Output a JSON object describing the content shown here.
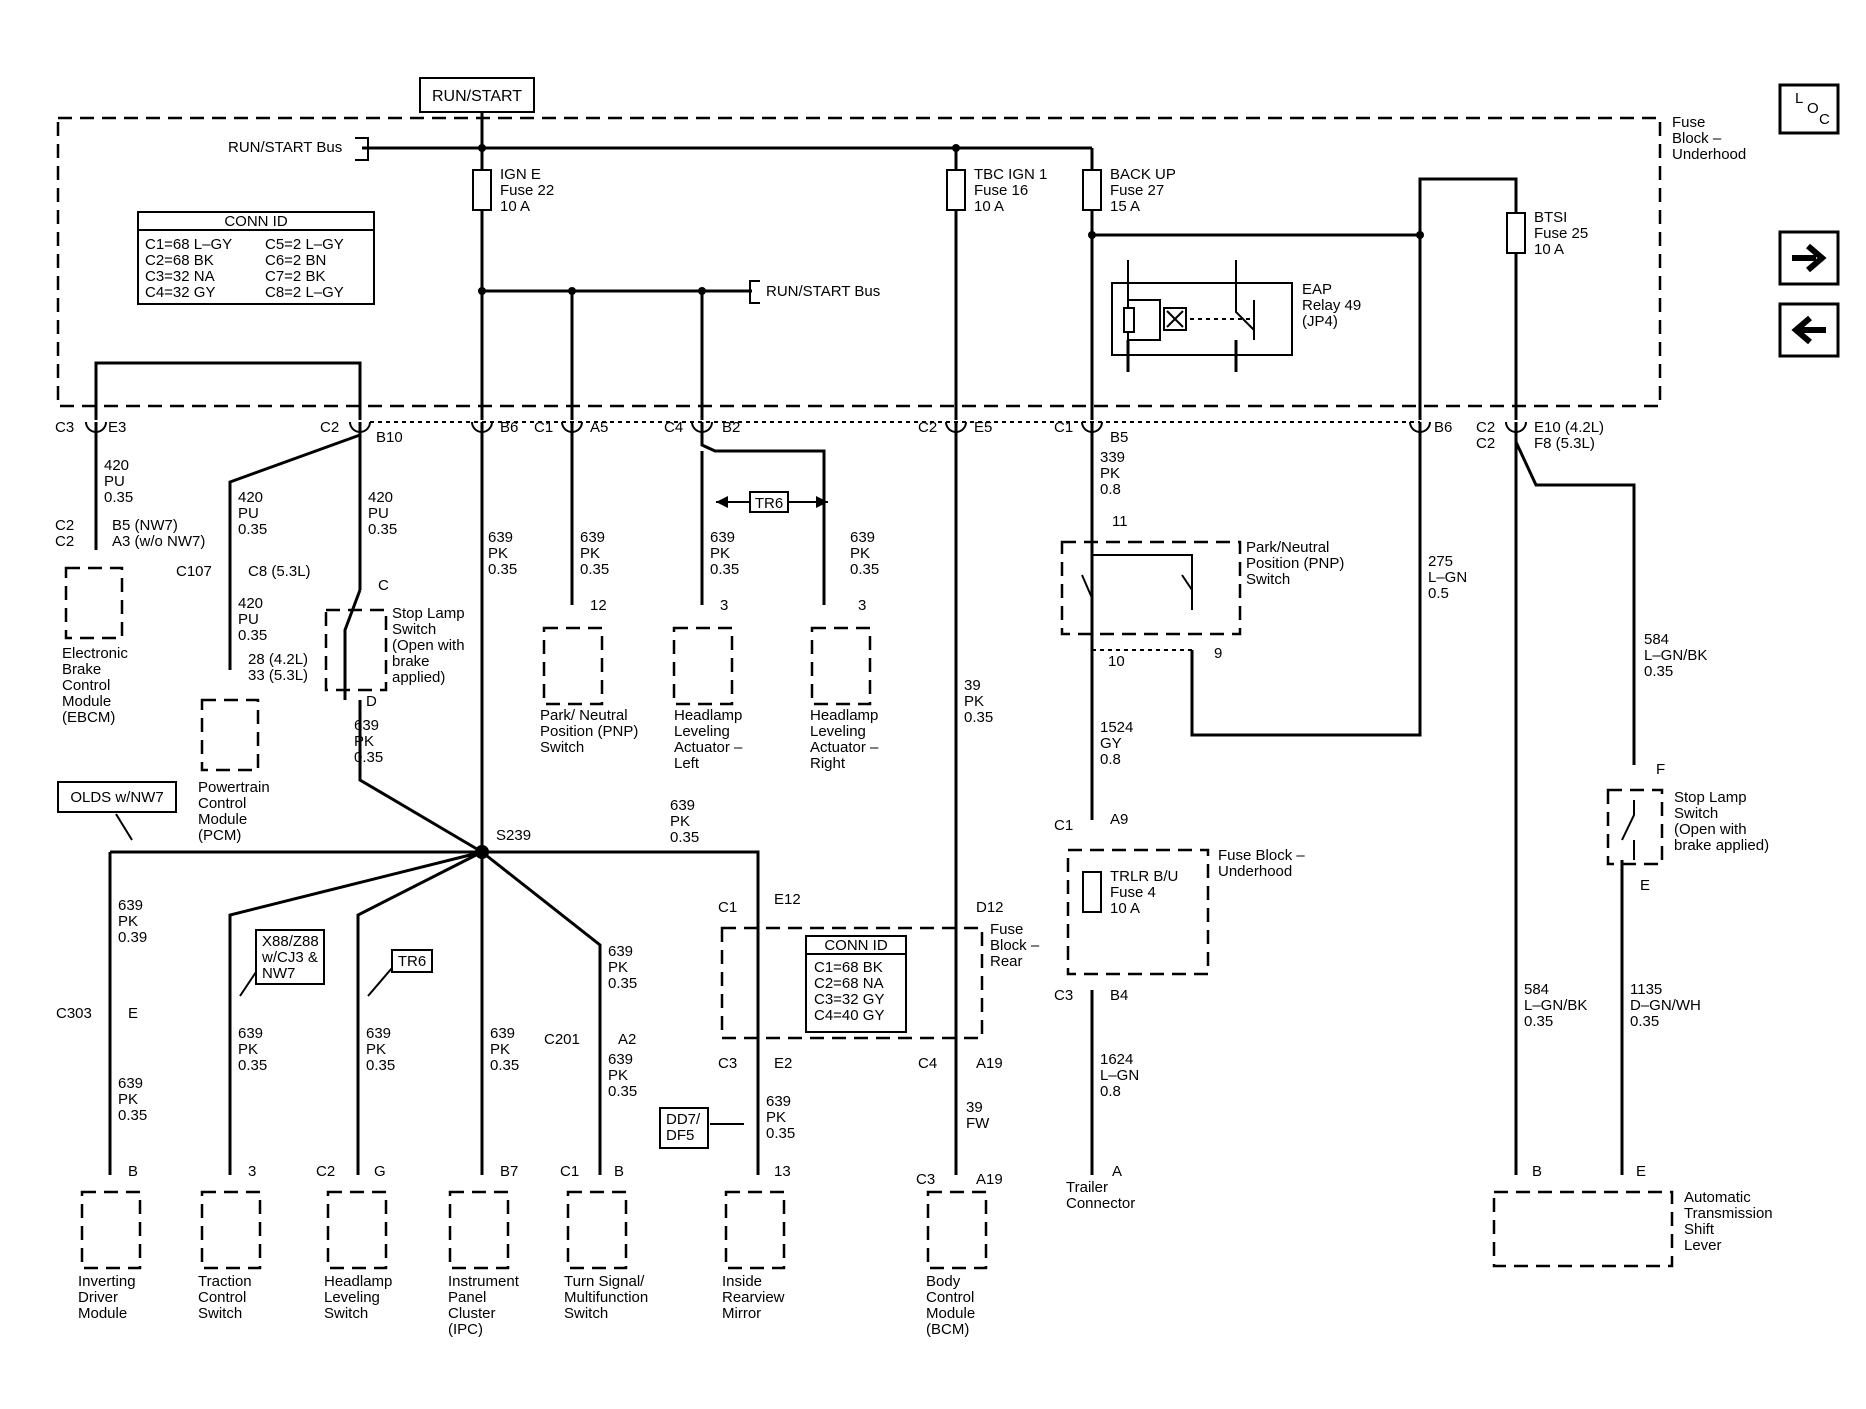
{
  "power_label": "RUN/START",
  "nav": {
    "loc_l": "L",
    "loc_o": "O",
    "loc_c": "C"
  },
  "fuse_block_underhood": {
    "line1": "Fuse",
    "line2": "Block –",
    "line3": "Underhood"
  },
  "bus": {
    "run_start_bus_1": "RUN/START Bus",
    "run_start_bus_2": "RUN/START Bus"
  },
  "fuses": {
    "ign_e": {
      "name": "IGN E",
      "fuse": "Fuse 22",
      "amp": "10 A"
    },
    "tbc": {
      "name": "TBC IGN 1",
      "fuse": "Fuse 16",
      "amp": "10 A"
    },
    "backup": {
      "name": "BACK UP",
      "fuse": "Fuse 27",
      "amp": "15 A"
    },
    "btsi": {
      "name": "BTSI",
      "fuse": "Fuse 25",
      "amp": "10 A"
    },
    "trlr": {
      "name": "TRLR B/U",
      "fuse": "Fuse 4",
      "amp": "10 A"
    }
  },
  "conn_id_1": {
    "title": "CONN ID",
    "rows": [
      [
        "C1=68 L–GY",
        "C5=2 L–GY"
      ],
      [
        "C2=68 BK",
        "C6=2 BN"
      ],
      [
        "C3=32 NA",
        "C7=2 BK"
      ],
      [
        "C4=32 GY",
        "C8=2 L–GY"
      ]
    ]
  },
  "conn_id_2": {
    "title": "CONN ID",
    "rows": [
      "C1=68 BK",
      "C2=68 NA",
      "C3=32 GY",
      "C4=40 GY"
    ]
  },
  "relay": {
    "l1": "EAP",
    "l2": "Relay 49",
    "l3": "(JP4)"
  },
  "connectors": {
    "c3": "C3",
    "e3": "E3",
    "c2a": "C2",
    "b10": "B10",
    "b6": "B6",
    "c1a": "C1",
    "a5": "A5",
    "c4a": "C4",
    "b2": "B2",
    "c2b": "C2",
    "e5": "E5",
    "c1b": "C1",
    "b5": "B5",
    "b6b": "B6",
    "c2c": "C2",
    "c2d": "C2",
    "e10": "E10 (4.2L)",
    "f8": "F8 (5.3L)",
    "ebcm_c2a": "C2",
    "ebcm_c2b": "C2",
    "ebcm_b5": "B5 (NW7)",
    "ebcm_a3": "A3 (w/o NW7)",
    "c107": "C107",
    "c8": "C8 (5.3L)",
    "pcm_28": "28 (4.2L)",
    "pcm_33": "33 (5.3L)",
    "sw_c": "C",
    "sw_d": "D",
    "pnp_12": "12",
    "hl_3": "3",
    "hr_3": "3",
    "pnp_11": "11",
    "pnp_10": "10",
    "pnp_9": "9",
    "c1_a9": "C1",
    "a9": "A9",
    "c3_b4": "C3",
    "b4": "B4",
    "trailer_a": "A",
    "s239": "S239",
    "c1_e12": "C1",
    "e12": "E12",
    "d12": "D12",
    "c3_e2": "C3",
    "e2": "E2",
    "c4_a19": "C4",
    "a19": "A19",
    "c3_a19": "C3",
    "a19b": "A19",
    "c303": "C303",
    "c303_e": "E",
    "c201": "C201",
    "a2": "A2",
    "idm_b": "B",
    "tcs_3": "3",
    "hls_c2": "C2",
    "hls_g": "G",
    "ipc_b7": "B7",
    "ts_c1": "C1",
    "ts_b": "B",
    "irm_13": "13",
    "sl2_f": "F",
    "sl2_e": "E",
    "ats_b": "B",
    "ats_e": "E"
  },
  "wires": {
    "w420a": [
      "420",
      "PU",
      "0.35"
    ],
    "w420b": [
      "420",
      "PU",
      "0.35"
    ],
    "w420c": [
      "420",
      "PU",
      "0.35"
    ],
    "w420d": [
      "420",
      "PU",
      "0.35"
    ],
    "w639_sw": [
      "639",
      "PK",
      "0.35"
    ],
    "w639_b6": [
      "639",
      "PK",
      "0.35"
    ],
    "w639_a5": [
      "639",
      "PK",
      "0.35"
    ],
    "w639_hl": [
      "639",
      "PK",
      "0.35"
    ],
    "w639_hr": [
      "639",
      "PK",
      "0.35"
    ],
    "w39": [
      "39",
      "PK",
      "0.35"
    ],
    "w339": [
      "339",
      "PK",
      "0.8"
    ],
    "w275": [
      "275",
      "L–GN",
      "0.5"
    ],
    "w584a": [
      "584",
      "L–GN/BK",
      "0.35"
    ],
    "w1524": [
      "1524",
      "GY",
      "0.8"
    ],
    "w639_s239": [
      "639",
      "PK",
      "0.35"
    ],
    "w639_idm1": [
      "639",
      "PK",
      "0.39"
    ],
    "w639_idm2": [
      "639",
      "PK",
      "0.35"
    ],
    "w639_tcs": [
      "639",
      "PK",
      "0.35"
    ],
    "w639_hls": [
      "639",
      "PK",
      "0.35"
    ],
    "w639_ipc": [
      "639",
      "PK",
      "0.35"
    ],
    "w639_ts1": [
      "639",
      "PK",
      "0.35"
    ],
    "w639_ts2": [
      "639",
      "PK",
      "0.35"
    ],
    "w639_irm": [
      "639",
      "PK",
      "0.35"
    ],
    "w39fw": [
      "39",
      "FW"
    ],
    "w1624": [
      "1624",
      "L–GN",
      "0.8"
    ],
    "w584b": [
      "584",
      "L–GN/BK",
      "0.35"
    ],
    "w1135": [
      "1135",
      "D–GN/WH",
      "0.35"
    ]
  },
  "tags": {
    "tr6_top": "TR6",
    "olds": "OLDS w/NW7",
    "x88_1": "X88/Z88",
    "x88_2": "w/CJ3 &",
    "x88_3": "NW7",
    "tr6_bot": "TR6",
    "dd7_1": "DD7/",
    "dd7_2": "DF5"
  },
  "components": {
    "ebcm": [
      "Electronic",
      "Brake",
      "Control",
      "Module",
      "(EBCM)"
    ],
    "pcm": [
      "Powertrain",
      "Control",
      "Module",
      "(PCM)"
    ],
    "stop_sw1": [
      "Stop Lamp",
      "Switch",
      "(Open with",
      "brake",
      "applied)"
    ],
    "pnp_sw": [
      "Park/ Neutral",
      "Position (PNP)",
      "Switch"
    ],
    "hl_left": [
      "Headlamp",
      "Leveling",
      "Actuator –",
      "Left"
    ],
    "hl_right": [
      "Headlamp",
      "Leveling",
      "Actuator –",
      "Right"
    ],
    "pnp_top": [
      "Park/Neutral",
      "Position (PNP)",
      "Switch"
    ],
    "fuse_block_uh2": [
      "Fuse Block –",
      "Underhood"
    ],
    "fuse_block_rear": [
      "Fuse",
      "Block –",
      "Rear"
    ],
    "stop_sw2": [
      "Stop Lamp",
      "Switch",
      "(Open with",
      "brake applied)"
    ],
    "trailer": [
      "Trailer",
      "Connector"
    ],
    "idm": [
      "Inverting",
      "Driver",
      "Module"
    ],
    "tcs": [
      "Traction",
      "Control",
      "Switch"
    ],
    "hls": [
      "Headlamp",
      "Leveling",
      "Switch"
    ],
    "ipc": [
      "Instrument",
      "Panel",
      "Cluster",
      "(IPC)"
    ],
    "ts": [
      "Turn Signal/",
      "Multifunction",
      "Switch"
    ],
    "irm": [
      "Inside",
      "Rearview",
      "Mirror"
    ],
    "bcm": [
      "Body",
      "Control",
      "Module",
      "(BCM)"
    ],
    "ats": [
      "Automatic",
      "Transmission",
      "Shift",
      "Lever"
    ]
  }
}
